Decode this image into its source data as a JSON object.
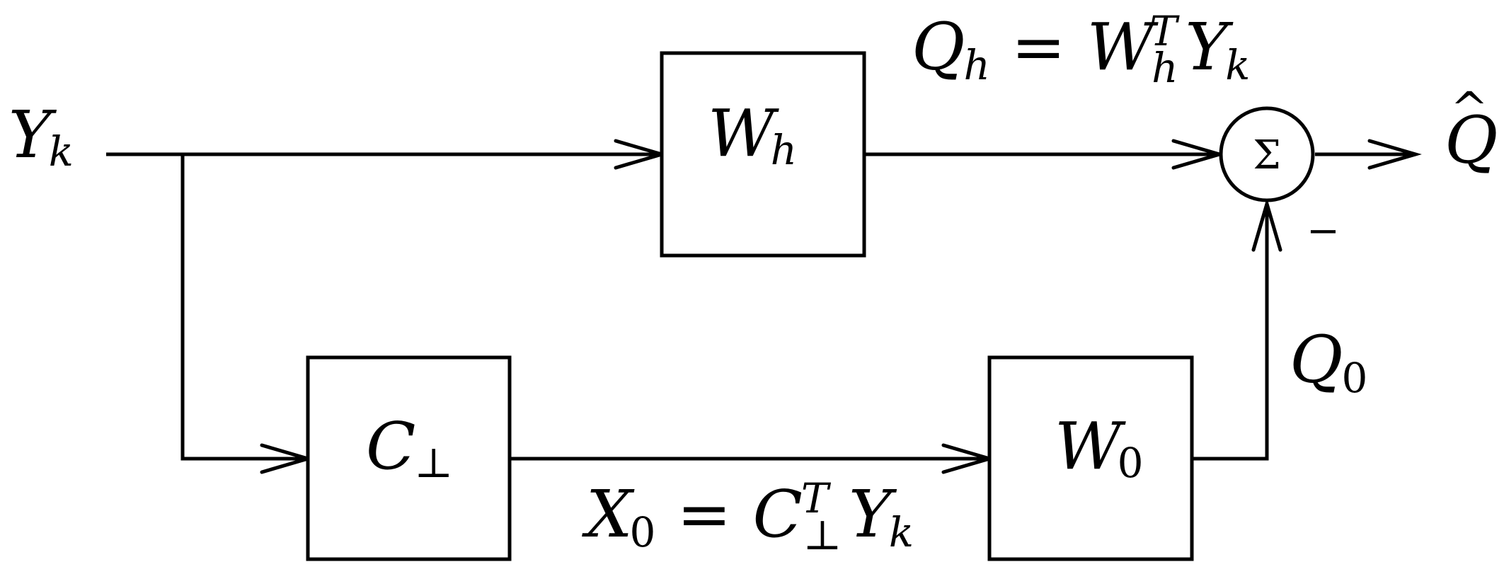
{
  "diagram": {
    "input": {
      "symbol": "Y",
      "subscript": "k"
    },
    "output": {
      "symbol": "Q",
      "accent": "^"
    },
    "blocks": {
      "wh": {
        "symbol": "W",
        "subscript": "h"
      },
      "cperp": {
        "symbol": "C",
        "subscript": "⊥"
      },
      "w0": {
        "symbol": "W",
        "subscript": "0"
      }
    },
    "summing_junction": {
      "symbol": "Σ",
      "minus_sign": "−"
    },
    "signals": {
      "qh": {
        "lhs": "Q",
        "lhs_sub": "h",
        "equals": "=",
        "rhs1": "W",
        "rhs1_sup": "T",
        "rhs1_sub": "h",
        "rhs2": "Y",
        "rhs2_sub": "k"
      },
      "x0": {
        "lhs": "X",
        "lhs_sub": "0",
        "equals": "=",
        "rhs1": "C",
        "rhs1_sup": "T",
        "rhs1_sub": "⊥",
        "rhs2": "Y",
        "rhs2_sub": "k"
      },
      "q0": {
        "symbol": "Q",
        "subscript": "0"
      }
    }
  }
}
